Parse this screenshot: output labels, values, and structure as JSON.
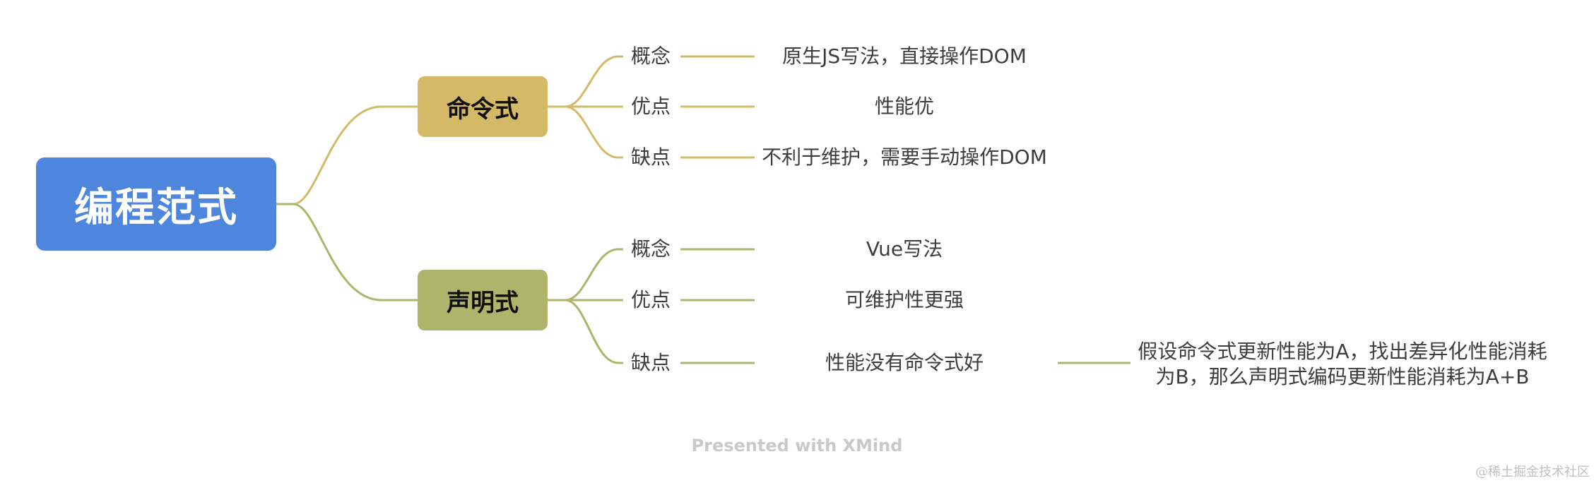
{
  "root": {
    "label": "编程范式"
  },
  "branches": [
    {
      "label": "命令式",
      "color": "#d4ba67",
      "items": [
        {
          "label": "概念",
          "value": "原生JS写法，直接操作DOM"
        },
        {
          "label": "优点",
          "value": "性能优"
        },
        {
          "label": "缺点",
          "value": "不利于维护，需要手动操作DOM"
        }
      ]
    },
    {
      "label": "声明式",
      "color": "#adb56c",
      "items": [
        {
          "label": "概念",
          "value": "Vue写法"
        },
        {
          "label": "优点",
          "value": "可维护性更强"
        },
        {
          "label": "缺点",
          "value": "性能没有命令式好",
          "note": "假设命令式更新性能为A，找出差异化性能消耗为B，那么声明式编码更新性能消耗为A+B"
        }
      ]
    }
  ],
  "footer": "Presented with XMind",
  "watermark": "@稀土掘金技术社区",
  "colors": {
    "root": "#4f86dd",
    "imperative": "#d4ba67",
    "declarative": "#adb56c"
  }
}
